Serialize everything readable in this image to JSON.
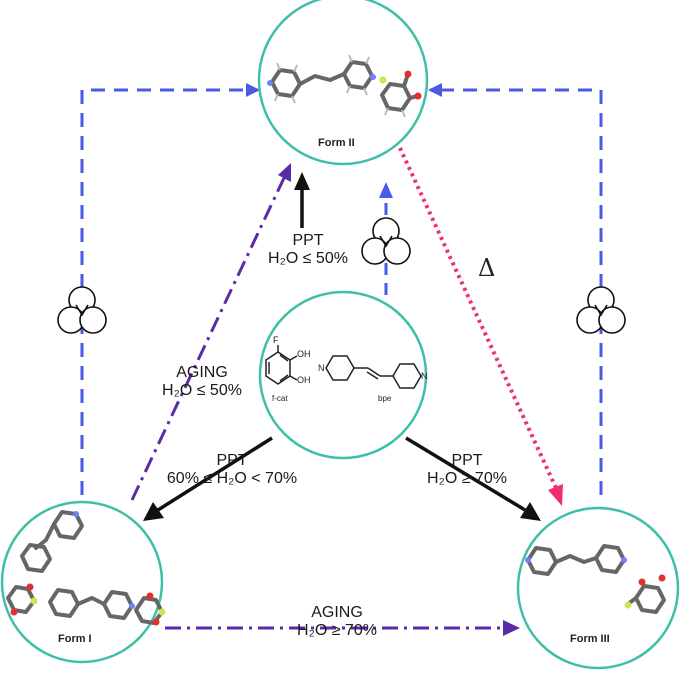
{
  "forms": {
    "form_ii": "Form II",
    "form_i": "Form I",
    "form_iii": "Form III"
  },
  "center": {
    "label_fcat": "f-cat",
    "label_bpe": "bpe",
    "atom_f": "F",
    "atom_oh_top": "OH",
    "atom_oh_bottom": "OH",
    "atom_n_left": "N",
    "atom_n_right": "N"
  },
  "arrows": {
    "ppt_top": {
      "line1": "PPT",
      "line2": "H₂O ≤ 50%"
    },
    "aging_left": {
      "line1": "AGING",
      "line2": "H₂O ≤ 50%"
    },
    "ppt_left": {
      "line1": "PPT",
      "line2": "60% ≤ H₂O < 70%"
    },
    "ppt_right": {
      "line1": "PPT",
      "line2": "H₂O ≥ 70%"
    },
    "aging_bottom": {
      "line1": "AGING",
      "line2": "H₂O ≥ 70%"
    },
    "heat": "Δ"
  },
  "colors": {
    "circle": "#3fbfa8",
    "blue_dashed": "#4a5be8",
    "purple_dashdot": "#5a2aa8",
    "pink_dotted": "#f0306a",
    "black_arrow": "#111111"
  },
  "icons": [
    "grinding-icon",
    "grinding-icon",
    "grinding-icon"
  ]
}
